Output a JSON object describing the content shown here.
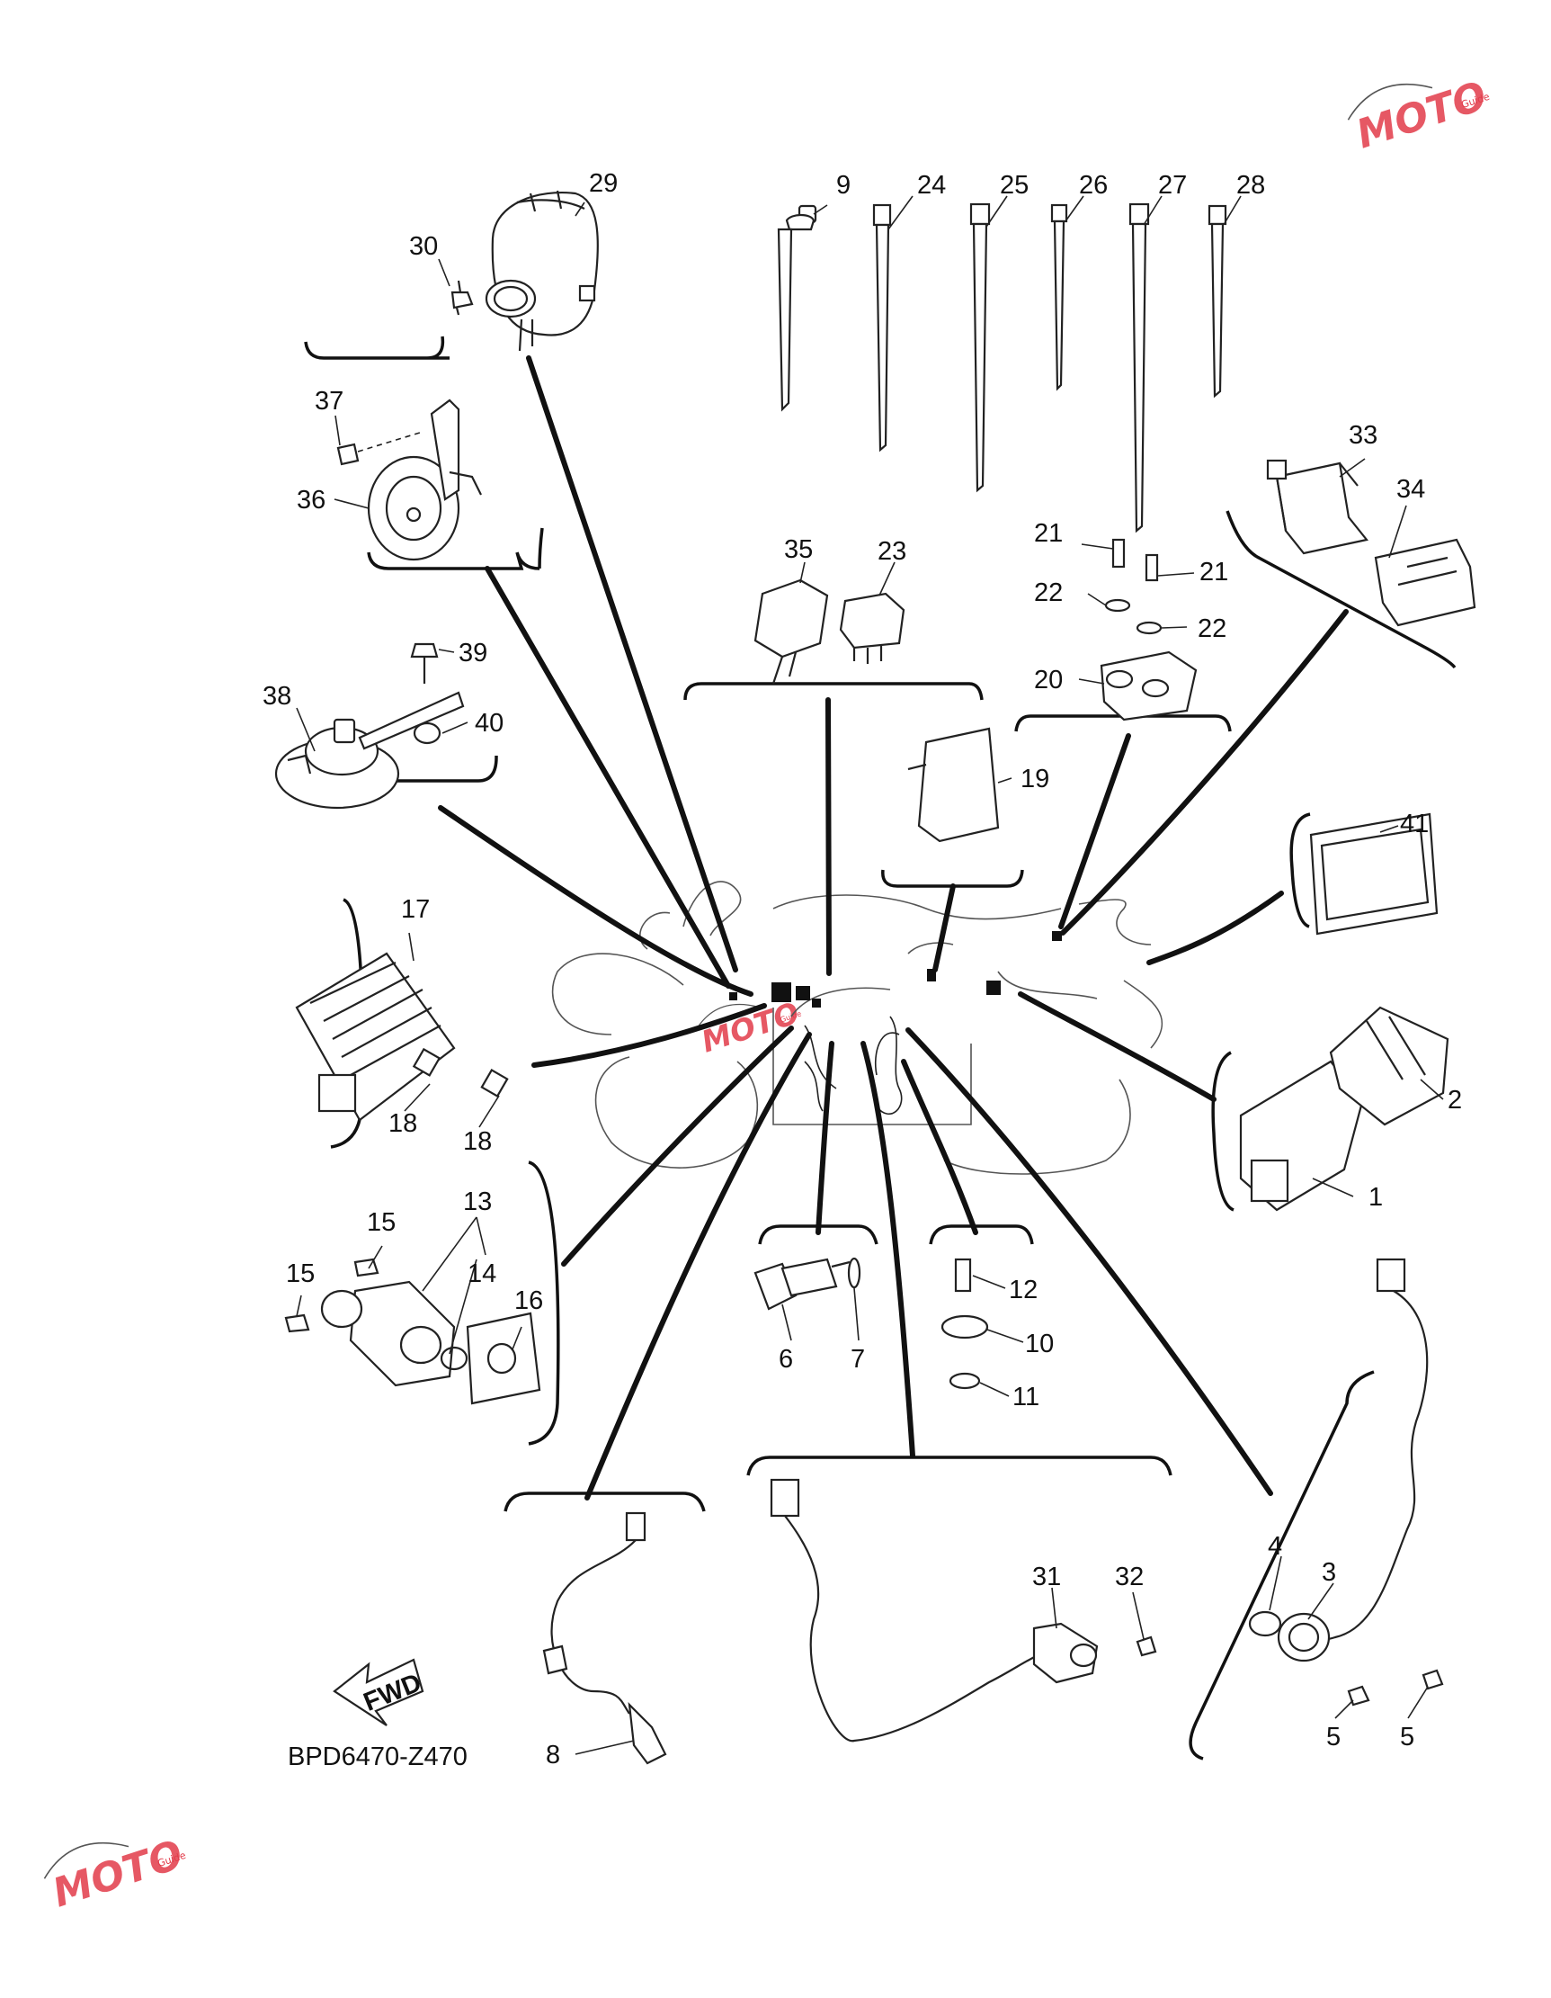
{
  "diagram_code": "BPD6470-Z470",
  "fwd_arrow": {
    "label": "FWD"
  },
  "watermark": {
    "logo": "MOTO",
    "sub": "Guide"
  },
  "callouts": [
    {
      "id": "c1",
      "label": "1"
    },
    {
      "id": "c2",
      "label": "2"
    },
    {
      "id": "c3",
      "label": "3"
    },
    {
      "id": "c4",
      "label": "4"
    },
    {
      "id": "c5a",
      "label": "5"
    },
    {
      "id": "c5b",
      "label": "5"
    },
    {
      "id": "c6",
      "label": "6"
    },
    {
      "id": "c7",
      "label": "7"
    },
    {
      "id": "c8",
      "label": "8"
    },
    {
      "id": "c9",
      "label": "9"
    },
    {
      "id": "c10",
      "label": "10"
    },
    {
      "id": "c11",
      "label": "11"
    },
    {
      "id": "c12",
      "label": "12"
    },
    {
      "id": "c13",
      "label": "13"
    },
    {
      "id": "c14",
      "label": "14"
    },
    {
      "id": "c15a",
      "label": "15"
    },
    {
      "id": "c15b",
      "label": "15"
    },
    {
      "id": "c16",
      "label": "16"
    },
    {
      "id": "c17",
      "label": "17"
    },
    {
      "id": "c18a",
      "label": "18"
    },
    {
      "id": "c18b",
      "label": "18"
    },
    {
      "id": "c19",
      "label": "19"
    },
    {
      "id": "c20",
      "label": "20"
    },
    {
      "id": "c21a",
      "label": "21"
    },
    {
      "id": "c21b",
      "label": "21"
    },
    {
      "id": "c22a",
      "label": "22"
    },
    {
      "id": "c22b",
      "label": "22"
    },
    {
      "id": "c23",
      "label": "23"
    },
    {
      "id": "c24",
      "label": "24"
    },
    {
      "id": "c25",
      "label": "25"
    },
    {
      "id": "c26",
      "label": "26"
    },
    {
      "id": "c27",
      "label": "27"
    },
    {
      "id": "c28",
      "label": "28"
    },
    {
      "id": "c29",
      "label": "29"
    },
    {
      "id": "c30",
      "label": "30"
    },
    {
      "id": "c31",
      "label": "31"
    },
    {
      "id": "c32",
      "label": "32"
    },
    {
      "id": "c33",
      "label": "33"
    },
    {
      "id": "c34",
      "label": "34"
    },
    {
      "id": "c35",
      "label": "35"
    },
    {
      "id": "c36",
      "label": "36"
    },
    {
      "id": "c37",
      "label": "37"
    },
    {
      "id": "c38",
      "label": "38"
    },
    {
      "id": "c39",
      "label": "39"
    },
    {
      "id": "c40",
      "label": "40"
    },
    {
      "id": "c41",
      "label": "41"
    }
  ]
}
